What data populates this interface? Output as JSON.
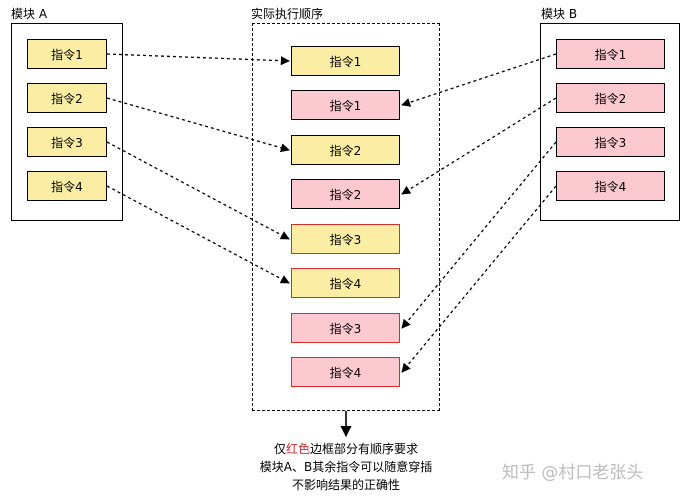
{
  "module_a": {
    "title": "模块 A",
    "items": [
      "指令1",
      "指令2",
      "指令3",
      "指令4"
    ]
  },
  "module_b": {
    "title": "模块 B",
    "items": [
      "指令1",
      "指令2",
      "指令3",
      "指令4"
    ]
  },
  "execution": {
    "title": "实际执行顺序",
    "items": [
      {
        "label": "指令1",
        "module": "A",
        "ordered": false
      },
      {
        "label": "指令1",
        "module": "B",
        "ordered": false
      },
      {
        "label": "指令2",
        "module": "A",
        "ordered": false
      },
      {
        "label": "指令2",
        "module": "B",
        "ordered": false
      },
      {
        "label": "指令3",
        "module": "A",
        "ordered": true
      },
      {
        "label": "指令4",
        "module": "A",
        "ordered": true
      },
      {
        "label": "指令3",
        "module": "B",
        "ordered": true
      },
      {
        "label": "指令4",
        "module": "B",
        "ordered": true
      }
    ]
  },
  "note": {
    "line1_prefix": "仅",
    "line1_red": "红色",
    "line1_suffix": "边框部分有顺序要求",
    "line2": "模块A、B其余指令可以随意穿插",
    "line3": "不影响结果的正确性"
  },
  "watermark": "知乎 @村口老张头",
  "colors": {
    "module_a_fill": "#fbeda4",
    "module_b_fill": "#fcc9d1",
    "ordered_border": "#d62d2d"
  }
}
